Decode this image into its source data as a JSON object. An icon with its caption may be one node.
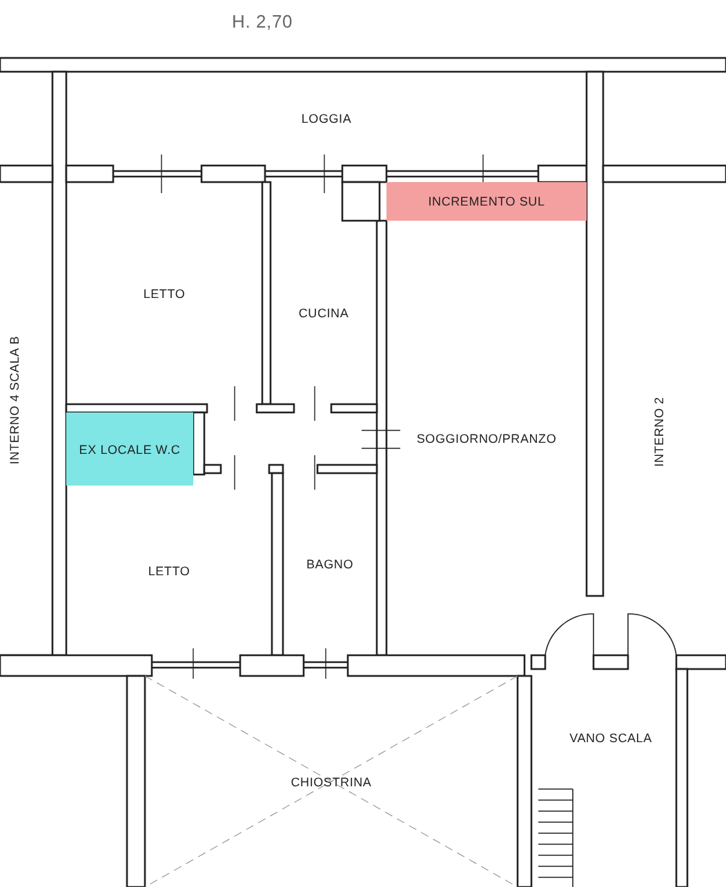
{
  "diagram": {
    "nodes": [
      {
        "text": [
          "LOGGIA"
        ]
      },
      {
        "text": [
          "INCREMENTO SUL"
        ]
      },
      {
        "text": [
          "LETTO"
        ]
      },
      {
        "text": [
          "CUCINA"
        ]
      },
      {
        "text": [
          "SOGGIORNO/PRANZO"
        ]
      },
      {
        "text": [
          "EX LOCALE W.C"
        ]
      },
      {
        "text": [
          "LETTO"
        ]
      },
      {
        "text": [
          "BAGNO"
        ]
      },
      {
        "text": [
          "CHIOSTRINA"
        ]
      },
      {
        "text": [
          "VANO SCALA"
        ]
      }
    ],
    "edges": [],
    "labels": [
      "H. 2,70",
      "INTERNO 4 SCALA B",
      "INTERNO 2"
    ]
  }
}
